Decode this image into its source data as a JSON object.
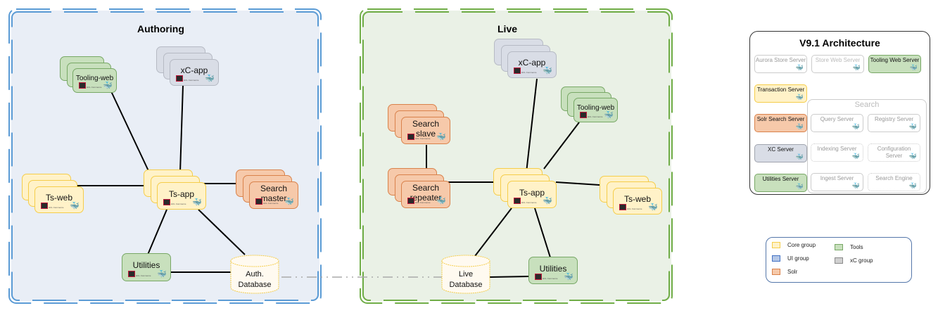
{
  "zones": {
    "authoring": {
      "title": "Authoring",
      "border_color": "#5b9bd5"
    },
    "live": {
      "title": "Live",
      "border_color": "#70ad47"
    }
  },
  "authoring_nodes": {
    "tooling_web": "Tooling-web",
    "xc_app": "xC-app",
    "ts_web": "Ts-web",
    "ts_app": "Ts-app",
    "search_master": "Search master",
    "utilities": "Utilities",
    "database": [
      "Auth.",
      "Database"
    ]
  },
  "live_nodes": {
    "xc_app": "xC-app",
    "tooling_web": "Tooling-web",
    "search_slave": "Search slave",
    "search_repeater": "Search repeater",
    "ts_app": "Ts-app",
    "ts_web": "Ts-web",
    "utilities": "Utilities",
    "database": [
      "Live",
      "Database"
    ]
  },
  "node_badge": "HCL Commerce",
  "architecture": {
    "title": "V9.1 Architecture",
    "servers": [
      {
        "label": "Aurora Store Server",
        "active": false
      },
      {
        "label": "Store Web Server",
        "active": false
      },
      {
        "label": "Tooling Web Server",
        "active": true,
        "group": "tools"
      },
      {
        "label": "Transaction Server",
        "active": true,
        "group": "core"
      },
      {
        "label": "Solr Search Server",
        "active": true,
        "group": "solr"
      },
      {
        "label": "XC Server",
        "active": true,
        "group": "xc"
      },
      {
        "label": "Utilities Server",
        "active": true,
        "group": "tools"
      }
    ],
    "search_group": {
      "title": "Search",
      "servers": [
        "Query Server",
        "Registry Server",
        "Indexing Server",
        "Configuration Server",
        "Ingest Server",
        "Search Engine"
      ]
    }
  },
  "legend": [
    {
      "label": "Core group",
      "color": "#fff2c8",
      "border": "#f5cd4a"
    },
    {
      "label": "UI group",
      "color": "#b4c7e7",
      "border": "#4472c4"
    },
    {
      "label": "Solr",
      "color": "#f6c9aa",
      "border": "#d9824b"
    },
    {
      "label": "Tools",
      "color": "#c8e0bd",
      "border": "#78a866"
    },
    {
      "label": "xC group",
      "color": "#d0d0d0",
      "border": "#8a8a8a"
    }
  ]
}
